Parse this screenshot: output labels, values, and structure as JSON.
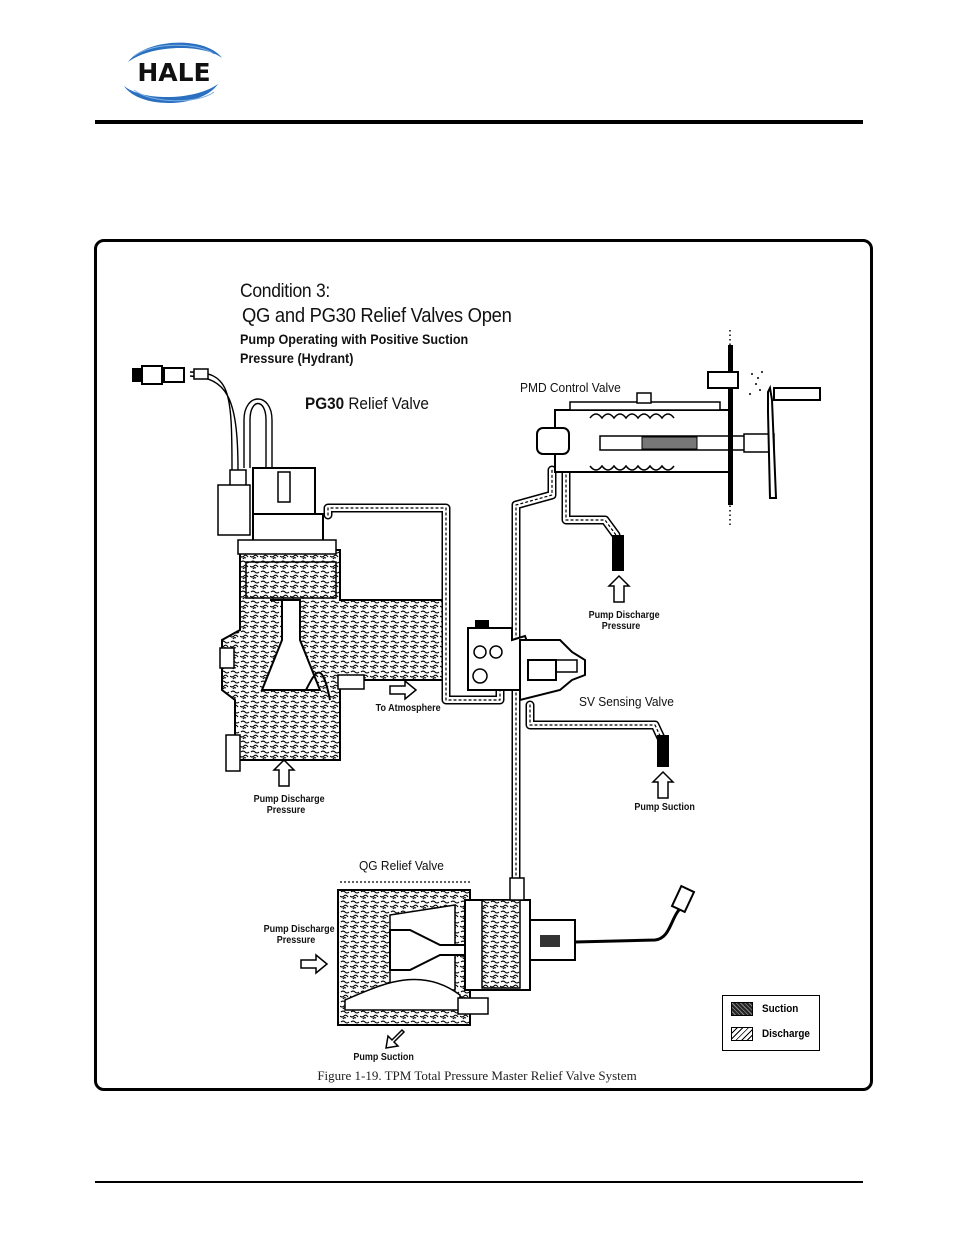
{
  "header": {
    "logo_text": "HALE",
    "logo_colors": {
      "swoosh": "#2a6fc0",
      "text": "#111111"
    }
  },
  "figure": {
    "condition_title": "Condition 3:",
    "condition_subtitle": "QG and PG30 Relief  Valves Open",
    "description_line1": "Pump Operating with Positive Suction",
    "description_line2": "Pressure (Hydrant)",
    "labels": {
      "pg30_relief_valve_bold": "PG30",
      "pg30_relief_valve_rest": " Relief Valve",
      "pmd_control_valve": "PMD Control Valve",
      "sv_sensing_valve": "SV Sensing Valve",
      "qg_relief_valve": "QG Relief Valve",
      "to_atmosphere": "To Atmosphere",
      "pump_discharge_pressure_pg30": [
        "Pump Discharge",
        "Pressure"
      ],
      "pump_discharge_pressure_pmd": [
        "Pump Discharge",
        "Pressure"
      ],
      "pump_suction_sv": "Pump Suction",
      "pump_discharge_pressure_qg": [
        "Pump Discharge",
        "Pressure"
      ],
      "pump_suction_qg": "Pump Suction"
    },
    "legend": [
      {
        "label": "Suction",
        "pattern": "dense-dark"
      },
      {
        "label": "Discharge",
        "pattern": "light-squiggle"
      }
    ],
    "caption": "Figure 1-19.  TPM Total Pressure Master Relief Valve System"
  }
}
